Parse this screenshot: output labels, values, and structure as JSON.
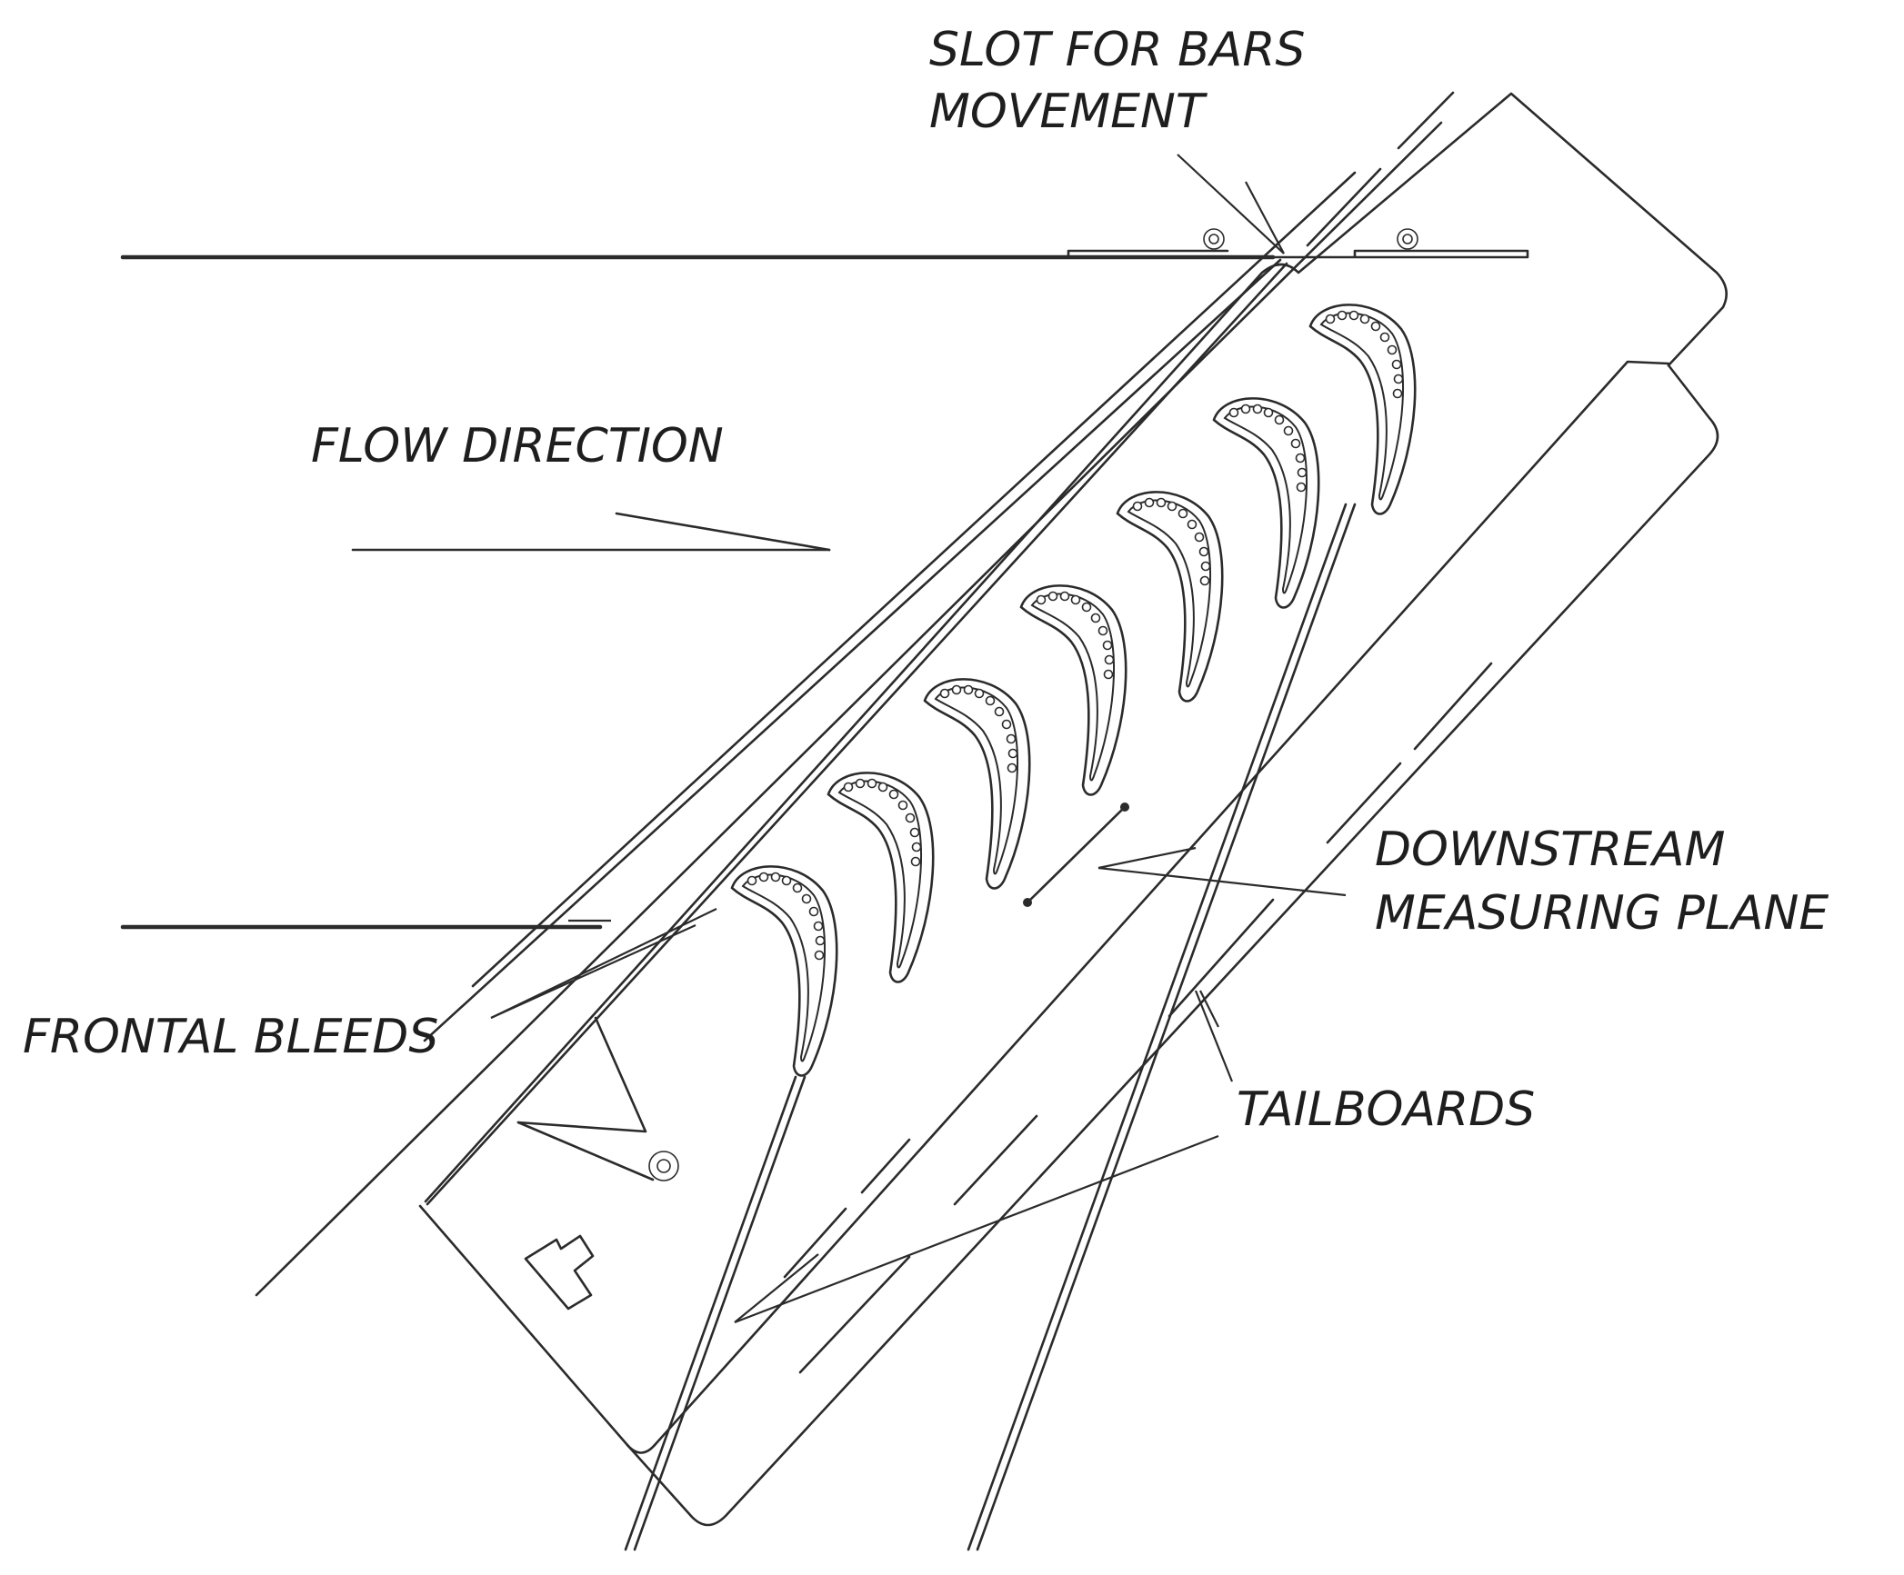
{
  "labels": {
    "slot_line1": "SLOT FOR BARS",
    "slot_line2": "MOVEMENT",
    "flow_direction": "FLOW DIRECTION",
    "downstream_line1": "DOWNSTREAM",
    "downstream_line2": "MEASURING PLANE",
    "frontal_bleeds": "FRONTAL BLEEDS",
    "tailboards": "TAILBOARDS"
  },
  "blade_count": 7
}
